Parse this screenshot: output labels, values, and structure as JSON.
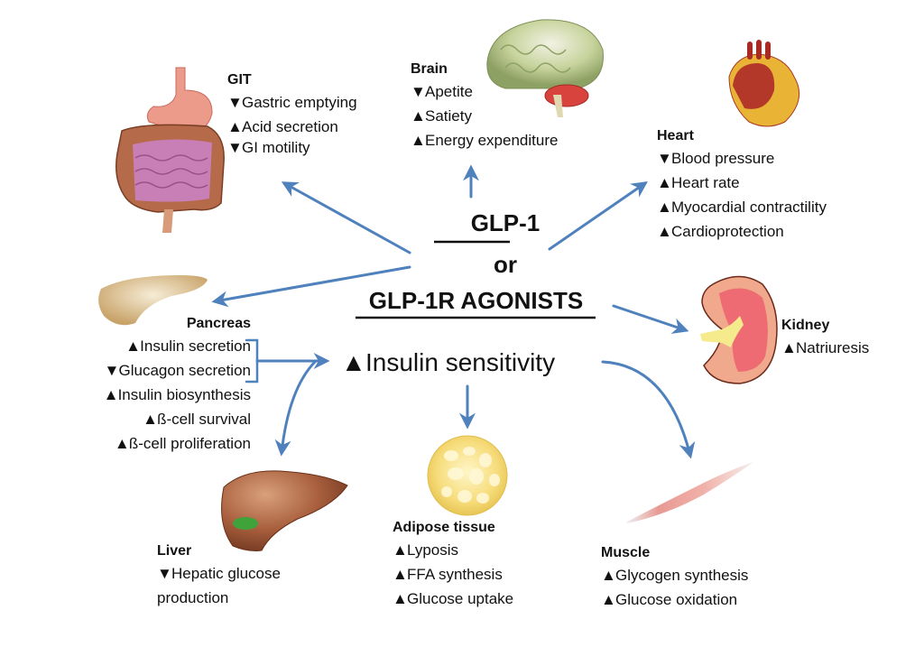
{
  "center": {
    "title_line1": "GLP-1",
    "title_line2": "or",
    "title_line3": "GLP-1R AGONISTS",
    "insulin_sensitivity": {
      "direction": "up",
      "label": "Insulin sensitivity"
    }
  },
  "arrow_glyphs": {
    "up": "🡅",
    "down": "🡇"
  },
  "organs": {
    "git": {
      "title": "GIT",
      "effects": [
        {
          "direction": "down",
          "label": "Gastric emptying"
        },
        {
          "direction": "up",
          "label": "Acid secretion"
        },
        {
          "direction": "down",
          "label": "GI motility"
        }
      ]
    },
    "brain": {
      "title": "Brain",
      "effects": [
        {
          "direction": "down",
          "label": "Apetite"
        },
        {
          "direction": "up",
          "label": "Satiety"
        },
        {
          "direction": "up",
          "label": "Energy expenditure"
        }
      ]
    },
    "heart": {
      "title": "Heart",
      "effects": [
        {
          "direction": "down",
          "label": "Blood pressure"
        },
        {
          "direction": "up",
          "label": "Heart rate"
        },
        {
          "direction": "up",
          "label": "Myocardial contractility"
        },
        {
          "direction": "up",
          "label": "Cardioprotection"
        }
      ]
    },
    "kidney": {
      "title": "Kidney",
      "effects": [
        {
          "direction": "up",
          "label": "Natriuresis"
        }
      ]
    },
    "pancreas": {
      "title": "Pancreas",
      "effects": [
        {
          "direction": "up",
          "label": "Insulin secretion"
        },
        {
          "direction": "down",
          "label": "Glucagon secretion"
        },
        {
          "direction": "up",
          "label": "Insulin biosynthesis"
        },
        {
          "direction": "up",
          "label": "ß-cell survival"
        },
        {
          "direction": "up",
          "label": "ß-cell proliferation"
        }
      ]
    },
    "liver": {
      "title": "Liver",
      "effects": [
        {
          "direction": "down",
          "label": "Hepatic glucose"
        }
      ],
      "continuation": "production"
    },
    "adipose": {
      "title": "Adipose tissue",
      "effects": [
        {
          "direction": "up",
          "label": "Lyposis"
        },
        {
          "direction": "up",
          "label": "FFA synthesis"
        },
        {
          "direction": "up",
          "label": "Glucose uptake"
        }
      ]
    },
    "muscle": {
      "title": "Muscle",
      "effects": [
        {
          "direction": "up",
          "label": "Glycogen synthesis"
        },
        {
          "direction": "up",
          "label": "Glucose oxidation"
        }
      ]
    }
  },
  "colors": {
    "connector": "#4f81bd",
    "text": "#111111",
    "background": "#ffffff"
  }
}
